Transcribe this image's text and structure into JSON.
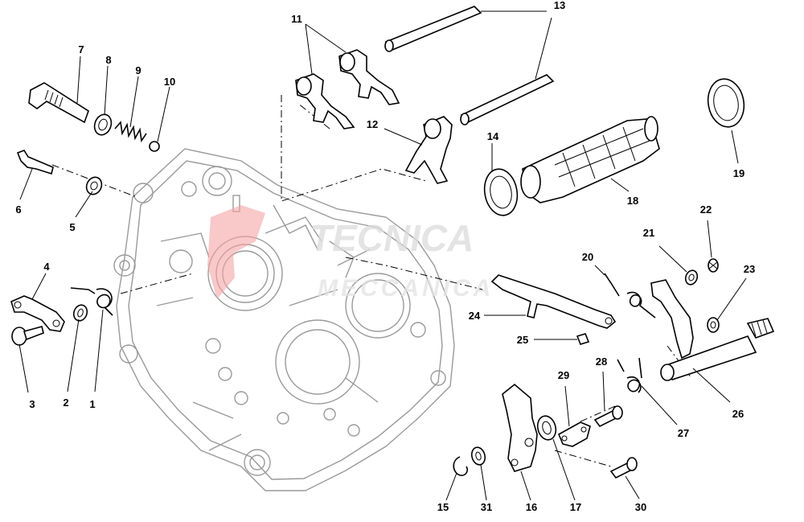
{
  "watermark": {
    "line1": "TECNICA",
    "line2": "MECCANICA",
    "color": "#f5a3a3"
  },
  "callouts": [
    "1",
    "2",
    "3",
    "4",
    "5",
    "6",
    "7",
    "8",
    "9",
    "10",
    "11",
    "12",
    "13",
    "14",
    "15",
    "16",
    "17",
    "18",
    "19",
    "20",
    "21",
    "22",
    "23",
    "24",
    "25",
    "26",
    "27",
    "28",
    "29",
    "30",
    "31"
  ]
}
